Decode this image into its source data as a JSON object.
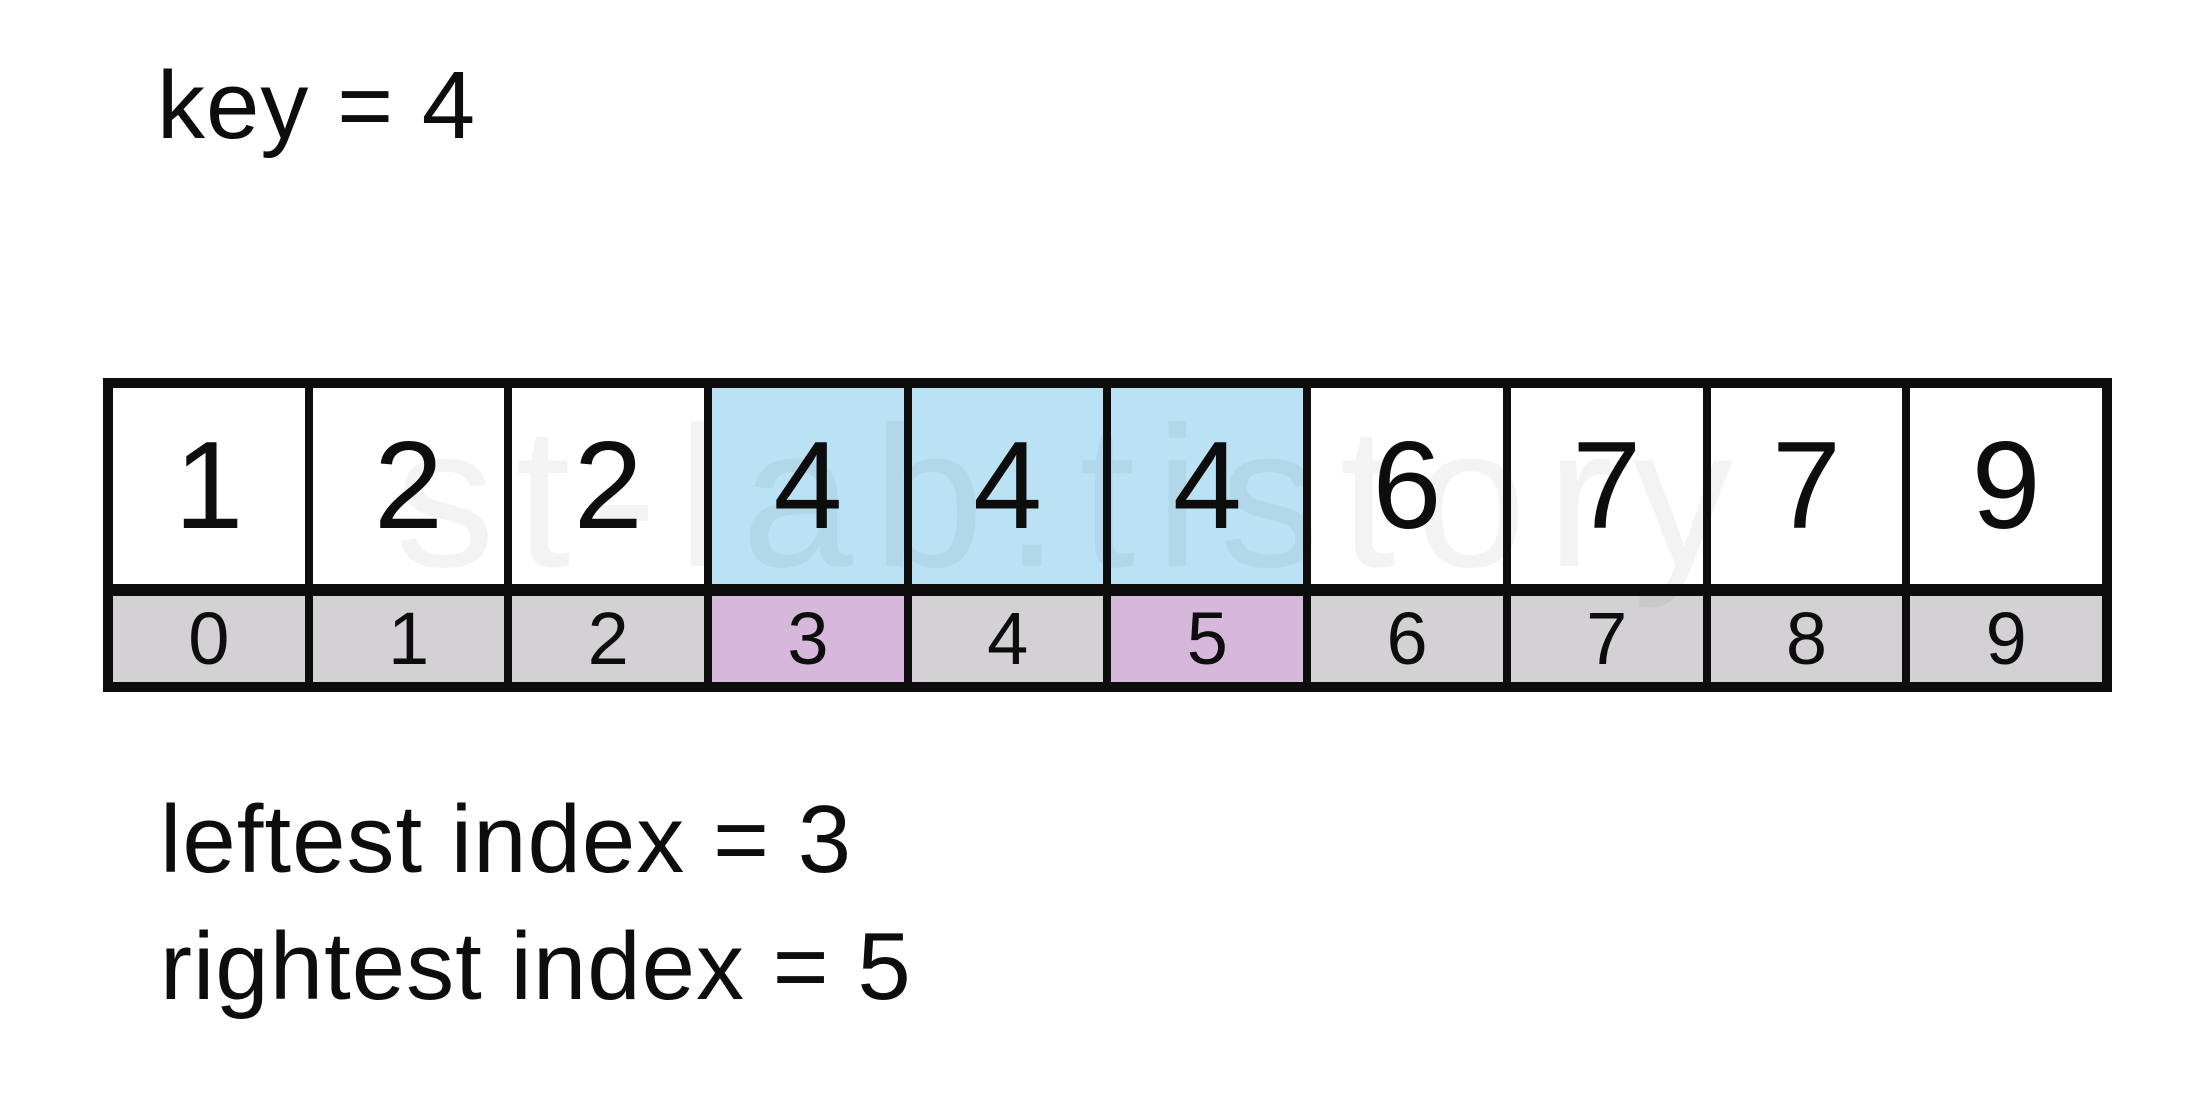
{
  "header": {
    "key_label": "key = 4"
  },
  "array": {
    "cells": [
      {
        "value": "1",
        "index": "0",
        "value_highlighted": false,
        "index_highlighted": false
      },
      {
        "value": "2",
        "index": "1",
        "value_highlighted": false,
        "index_highlighted": false
      },
      {
        "value": "2",
        "index": "2",
        "value_highlighted": false,
        "index_highlighted": false
      },
      {
        "value": "4",
        "index": "3",
        "value_highlighted": true,
        "index_highlighted": true
      },
      {
        "value": "4",
        "index": "4",
        "value_highlighted": true,
        "index_highlighted": false
      },
      {
        "value": "4",
        "index": "5",
        "value_highlighted": true,
        "index_highlighted": true
      },
      {
        "value": "6",
        "index": "6",
        "value_highlighted": false,
        "index_highlighted": false
      },
      {
        "value": "7",
        "index": "7",
        "value_highlighted": false,
        "index_highlighted": false
      },
      {
        "value": "7",
        "index": "8",
        "value_highlighted": false,
        "index_highlighted": false
      },
      {
        "value": "9",
        "index": "9",
        "value_highlighted": false,
        "index_highlighted": false
      }
    ]
  },
  "results": {
    "leftest_label": "leftest index = 3",
    "rightest_label": "rightest index = 5"
  },
  "watermark": {
    "text": "st-lab.tistory"
  },
  "colors": {
    "value_highlight": "#bae2f4",
    "index_highlight": "#d5b8da",
    "index_default": "#d3d1d4",
    "value_default": "#ffffff",
    "border": "#0d0d0d",
    "text": "#0d0d0d"
  }
}
